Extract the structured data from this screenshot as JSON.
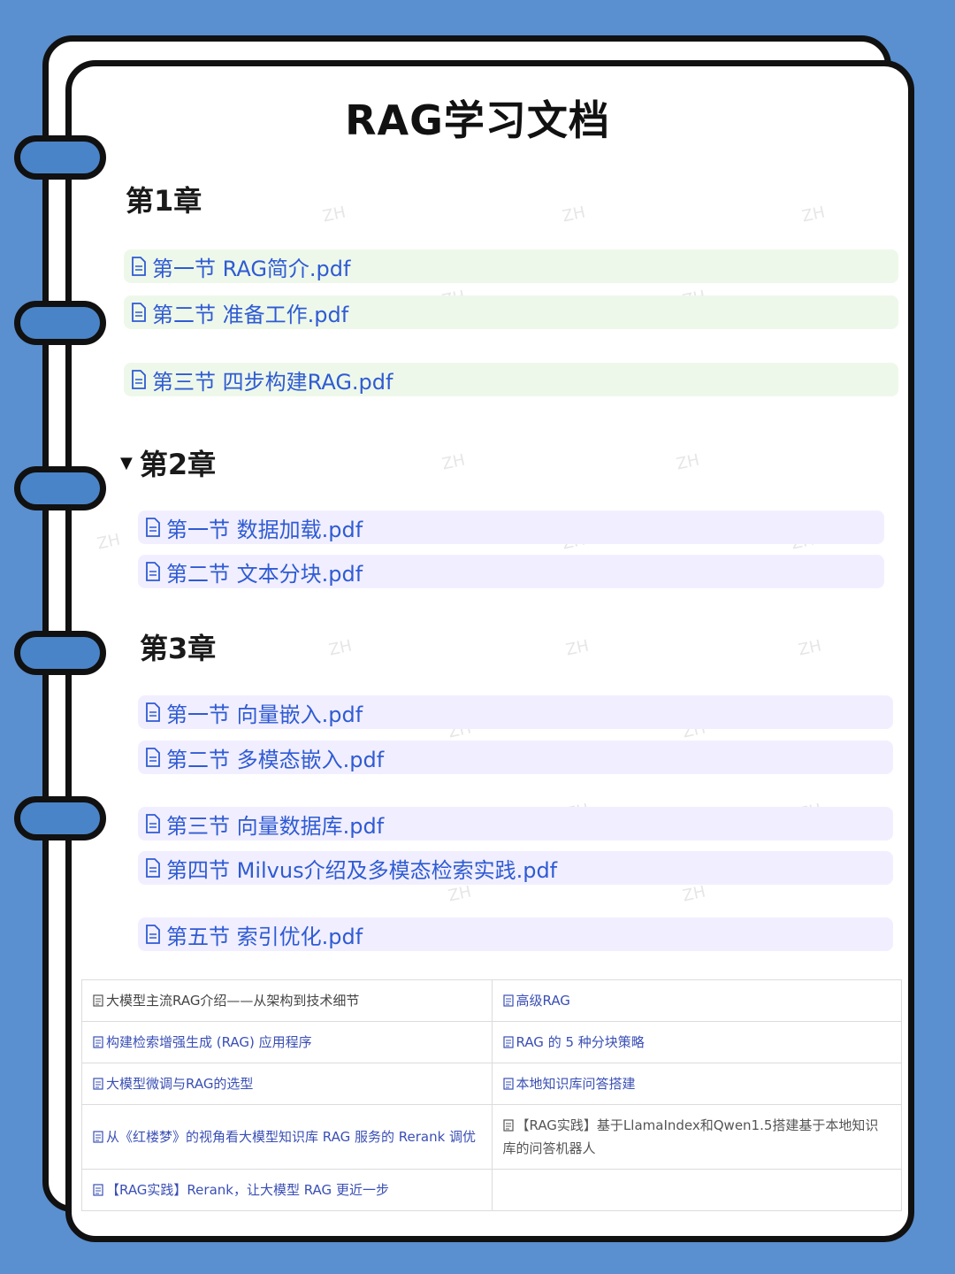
{
  "title": "RAG学习文档",
  "chapters": [
    {
      "heading": "第1章",
      "items": [
        "第一节 RAG简介.pdf",
        "第二节 准备工作.pdf",
        "第三节 四步构建RAG.pdf"
      ]
    },
    {
      "heading": "第2章",
      "items": [
        "第一节 数据加载.pdf",
        "第二节 文本分块.pdf"
      ]
    },
    {
      "heading": "第3章",
      "items": [
        "第一节 向量嵌入.pdf",
        "第二节 多模态嵌入.pdf",
        "第三节 向量数据库.pdf",
        "第四节 Milvus介绍及多模态检索实践.pdf",
        "第五节 索引优化.pdf"
      ]
    }
  ],
  "links": [
    [
      "大模型主流RAG介绍——从架构到技术细节",
      "高级RAG"
    ],
    [
      "构建检索增强生成 (RAG) 应用程序",
      "RAG 的 5 种分块策略"
    ],
    [
      "大模型微调与RAG的选型",
      "本地知识库问答搭建"
    ],
    [
      "从《红楼梦》的视角看大模型知识库 RAG 服务的 Rerank 调优",
      "【RAG实践】基于LlamaIndex和Qwen1.5搭建基于本地知识库的问答机器人"
    ],
    [
      "【RAG实践】Rerank，让大模型 RAG 更近一步",
      ""
    ]
  ],
  "watermark": "ZH",
  "colors": {
    "background": "#5a8fd0",
    "ring": "#4a84c8",
    "link": "#2f5bd3",
    "green_row": "#eef8ea",
    "purple_row": "#f1efff"
  }
}
